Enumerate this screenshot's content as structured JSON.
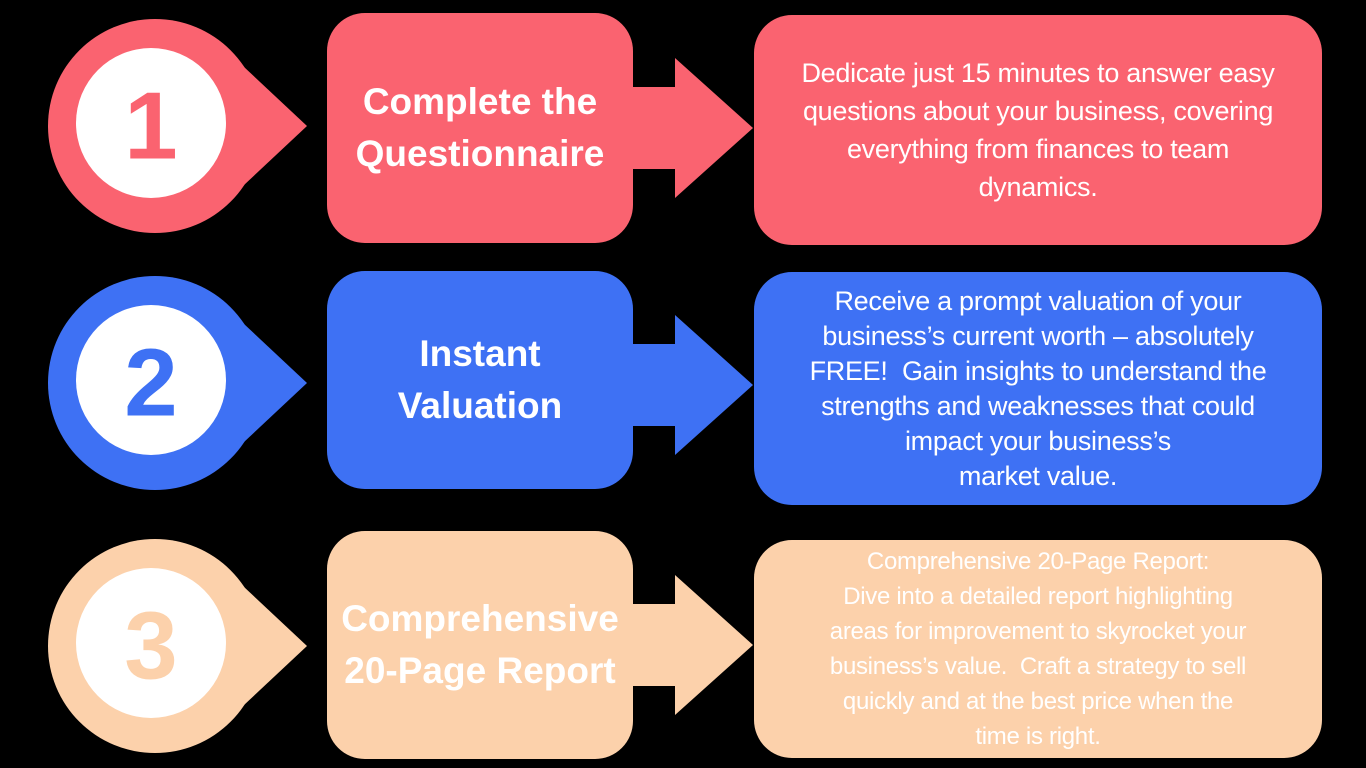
{
  "background": "#000000",
  "text_color": "#FFFFFF",
  "circle_fill": "#FFFFFF",
  "steps": [
    {
      "number": "1",
      "color": "#FA6370",
      "title": "Complete the\nQuestionnaire",
      "description": "Dedicate just 15 minutes to answer easy\nquestions about your business, covering\neverything from finances to team\ndynamics."
    },
    {
      "number": "2",
      "color": "#3E71F4",
      "title": "Instant\nValuation",
      "description": "Receive a prompt valuation of your\nbusiness’s current worth – absolutely\nFREE!  Gain insights to understand the\nstrengths and weaknesses that could\nimpact your business’s\nmarket value."
    },
    {
      "number": "3",
      "color": "#FCD1AB",
      "title": "Comprehensive\n20-Page Report",
      "description": "Comprehensive 20-Page Report:\nDive into a detailed report highlighting\nareas for improvement to skyrocket your\nbusiness’s value.  Craft a strategy to sell\nquickly and at the best price when the\ntime is right."
    }
  ]
}
